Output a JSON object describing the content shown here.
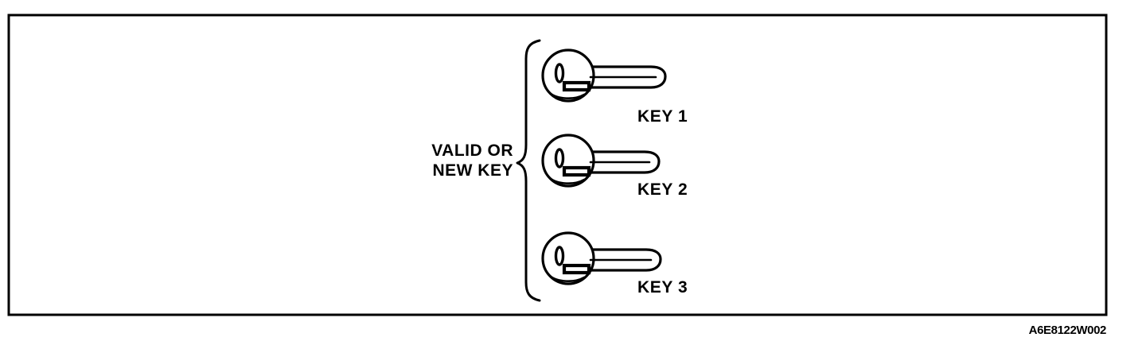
{
  "figure": {
    "reference_code": "A6E8122W002",
    "bracket_label_line1": "VALID OR",
    "bracket_label_line2": "NEW KEY",
    "border_color": "#000000",
    "line_color": "#000000",
    "background_color": "#ffffff",
    "keys": [
      {
        "label": "KEY 1",
        "icon": "car-key-icon"
      },
      {
        "label": "KEY 2",
        "icon": "car-key-icon"
      },
      {
        "label": "KEY 3",
        "icon": "car-key-icon"
      }
    ]
  }
}
